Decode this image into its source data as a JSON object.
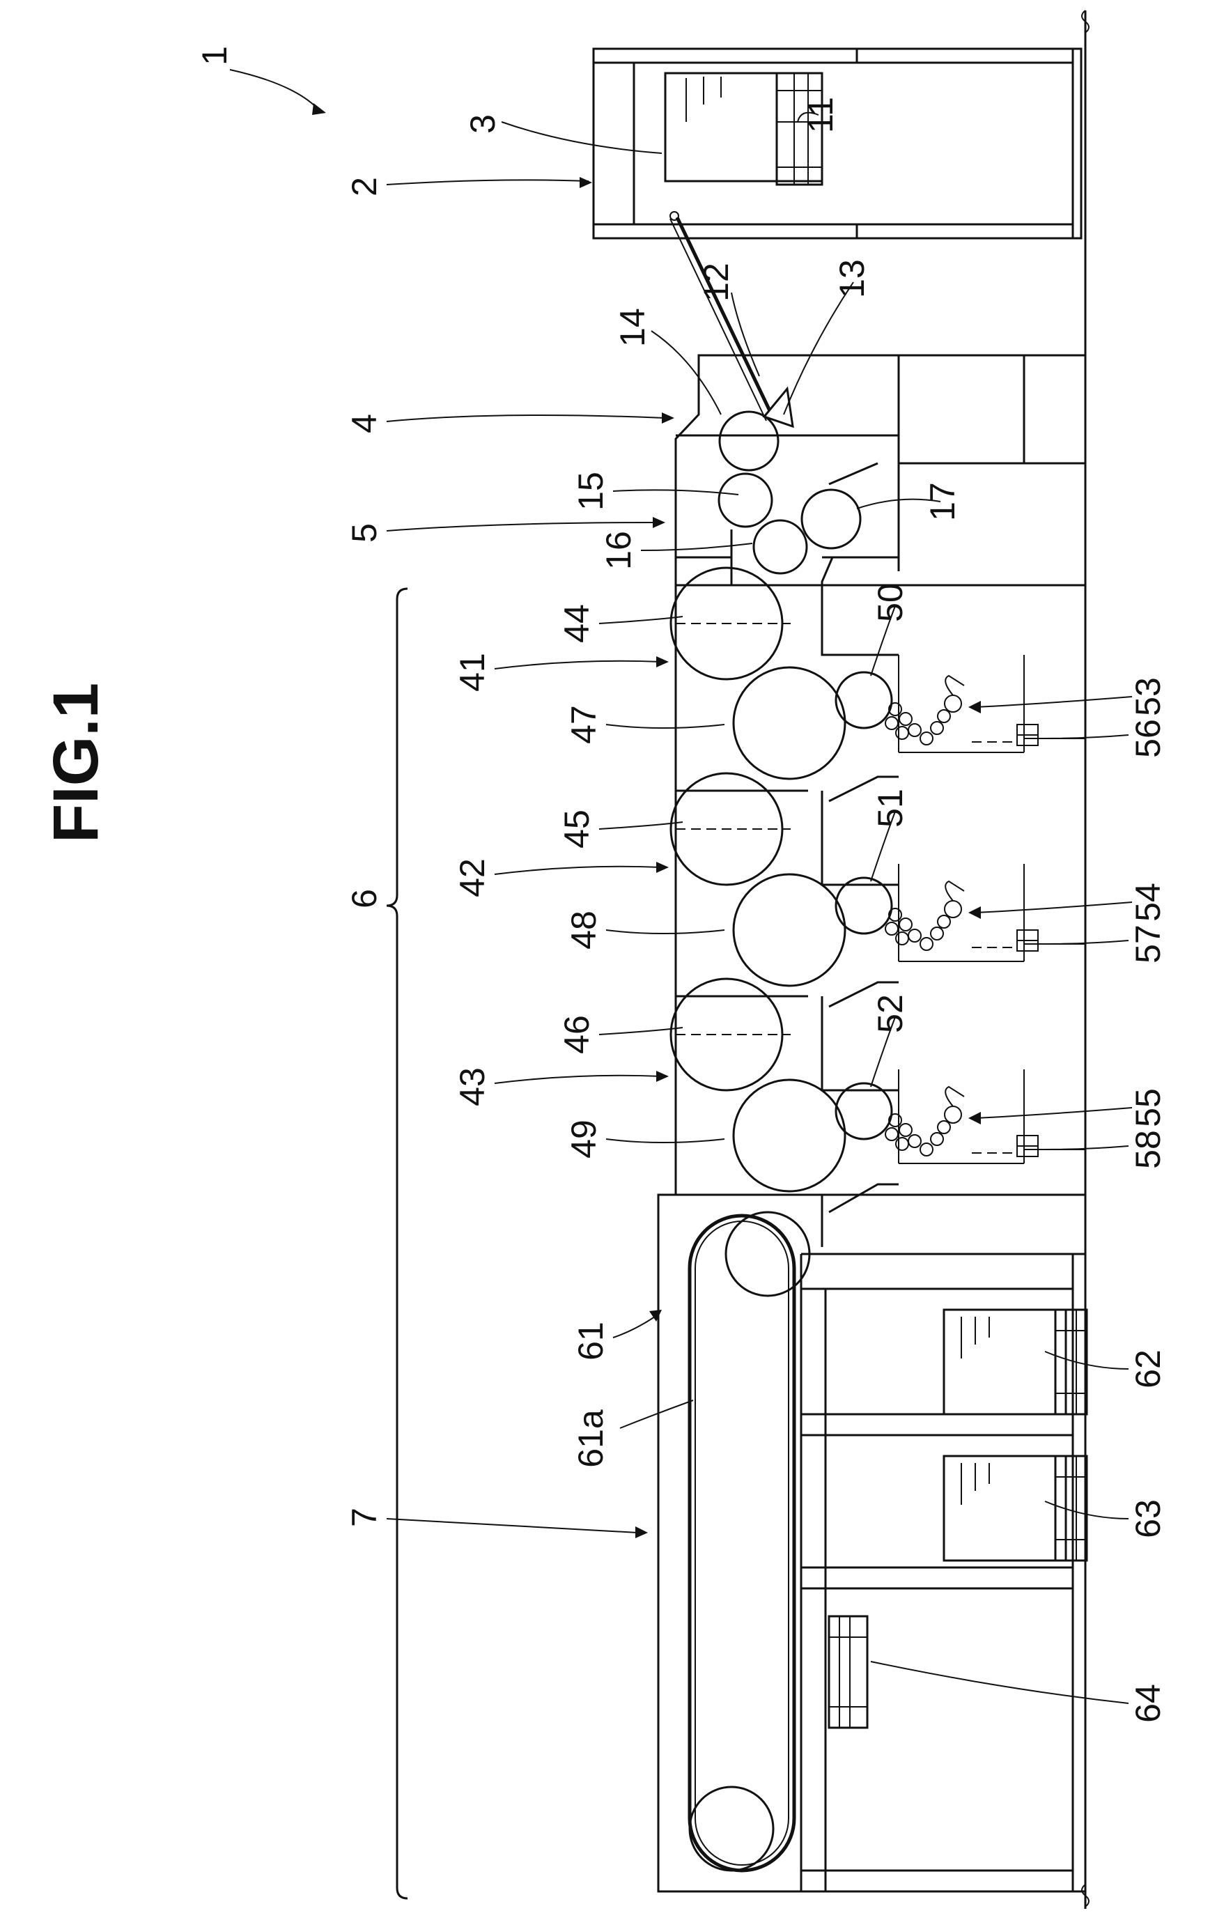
{
  "figure": {
    "title": "FIG.1",
    "labels": {
      "n1": "1",
      "n2": "2",
      "n3": "3",
      "n4": "4",
      "n5": "5",
      "n6": "6",
      "n7": "7",
      "n11": "11",
      "n12": "12",
      "n13": "13",
      "n14": "14",
      "n15": "15",
      "n16": "16",
      "n17": "17",
      "n41": "41",
      "n42": "42",
      "n43": "43",
      "n44": "44",
      "n45": "45",
      "n46": "46",
      "n47": "47",
      "n48": "48",
      "n49": "49",
      "n50": "50",
      "n51": "51",
      "n52": "52",
      "n53": "53",
      "n54": "54",
      "n55": "55",
      "n56": "56",
      "n57": "57",
      "n58": "58",
      "n61": "61",
      "n61a": "61a",
      "n62": "62",
      "n63": "63",
      "n64": "64"
    }
  }
}
